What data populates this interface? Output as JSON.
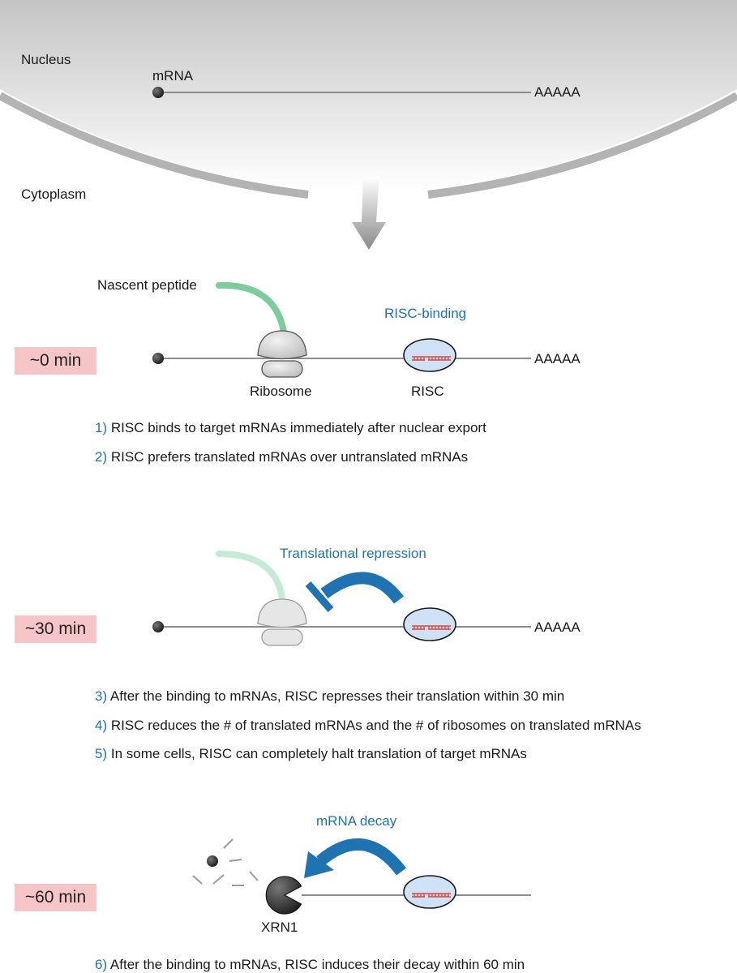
{
  "regions": {
    "nucleus": "Nucleus",
    "cytoplasm": "Cytoplasm"
  },
  "labels": {
    "mrna": "mRNA",
    "polya": "AAAAA",
    "nascent_peptide": "Nascent peptide",
    "ribosome": "Ribosome",
    "risc": "RISC",
    "xrn1": "XRN1"
  },
  "stages": [
    {
      "time": "~0 min",
      "process": "RISC-binding",
      "notes": [
        {
          "num": "1)",
          "text": "RISC binds to target mRNAs immediately after nuclear export"
        },
        {
          "num": "2)",
          "text": "RISC prefers translated mRNAs over untranslated mRNAs"
        }
      ]
    },
    {
      "time": "~30 min",
      "process": "Translational repression",
      "notes": [
        {
          "num": "3)",
          "text": "After the binding to mRNAs, RISC represses their translation within 30 min"
        },
        {
          "num": "4)",
          "text": "RISC reduces the # of translated mRNAs and the # of ribosomes on translated mRNAs"
        },
        {
          "num": "5)",
          "text": "In some cells, RISC can completely halt translation of target mRNAs"
        }
      ]
    },
    {
      "time": "~60 min",
      "process": "mRNA decay",
      "notes": [
        {
          "num": "6)",
          "text": "After the binding to mRNAs, RISC induces their decay within 60 min"
        }
      ]
    }
  ],
  "colors": {
    "accent_blue": "#1f73b0",
    "time_badge": "#f6c5c8",
    "peptide_green": "#7ccc9c",
    "risc_fill": "#cfe2f5",
    "mirna_red": "#e0463c"
  }
}
